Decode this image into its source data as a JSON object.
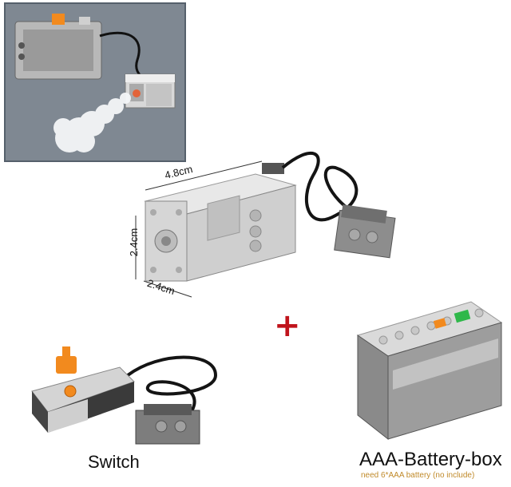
{
  "dimensions": {
    "length": "4.8cm",
    "height": "2.4cm",
    "width": "2.4cm"
  },
  "plus_sign": "+",
  "switch": {
    "label": "Switch"
  },
  "battery_box": {
    "label": "AAA-Battery-box",
    "note": "need 6*AAA battery  (no include)"
  },
  "colors": {
    "inset_background": "#7f8892",
    "brick_light": "#dcdcdc",
    "brick_dark": "#8a8a8a",
    "accent_orange": "#f28a1e",
    "accent_green": "#2fb84a",
    "plus_red": "#c0141c",
    "note_text": "#c08a2a"
  }
}
